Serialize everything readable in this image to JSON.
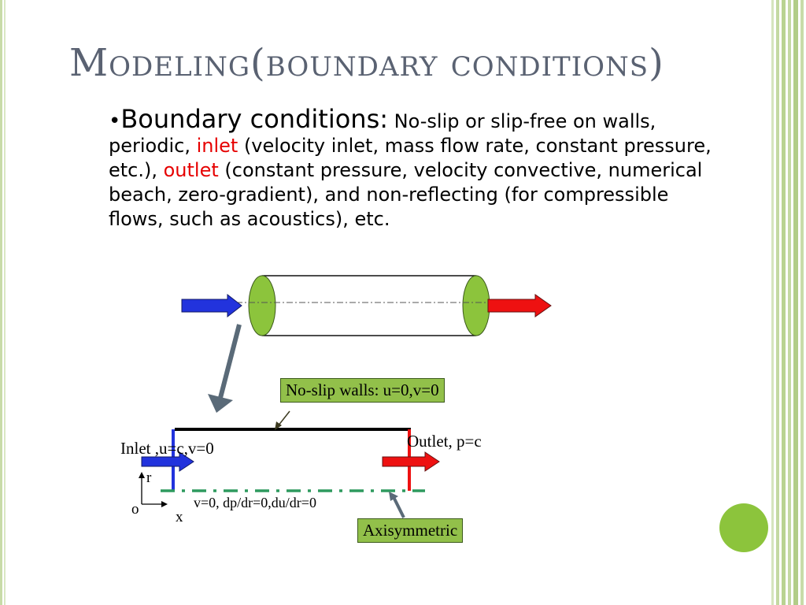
{
  "slide": {
    "title": "Modeling(boundary conditions)",
    "bullet": "•",
    "heading": "Boundary conditions:",
    "text_1": " No-slip or slip-free on walls, periodic, ",
    "inlet_word": "inlet",
    "text_2": " (velocity inlet, mass flow rate, constant pressure, etc.), ",
    "outlet_word": "outlet",
    "text_3": " (constant pressure, velocity convective, numerical beach, zero-gradient), and non-reflecting (for compressible flows, such as acoustics), etc."
  },
  "diagram": {
    "noslip_label": "No-slip walls: u=0,v=0",
    "inlet_label": "Inlet ,u=c,v=0",
    "outlet_label": "Outlet, p=c",
    "r_label": "r",
    "o_label": "o",
    "x_label": "x",
    "axis_condition": "v=0, dp/dr=0,du/dr=0",
    "axisymmetric_label": "Axisymmetric"
  },
  "colors": {
    "inlet_arrow": "#2233dd",
    "outlet_arrow": "#ee1111",
    "green": "#8cc43c",
    "axis_dash": "#2e9a5e",
    "pointer": "#5a6a78"
  }
}
